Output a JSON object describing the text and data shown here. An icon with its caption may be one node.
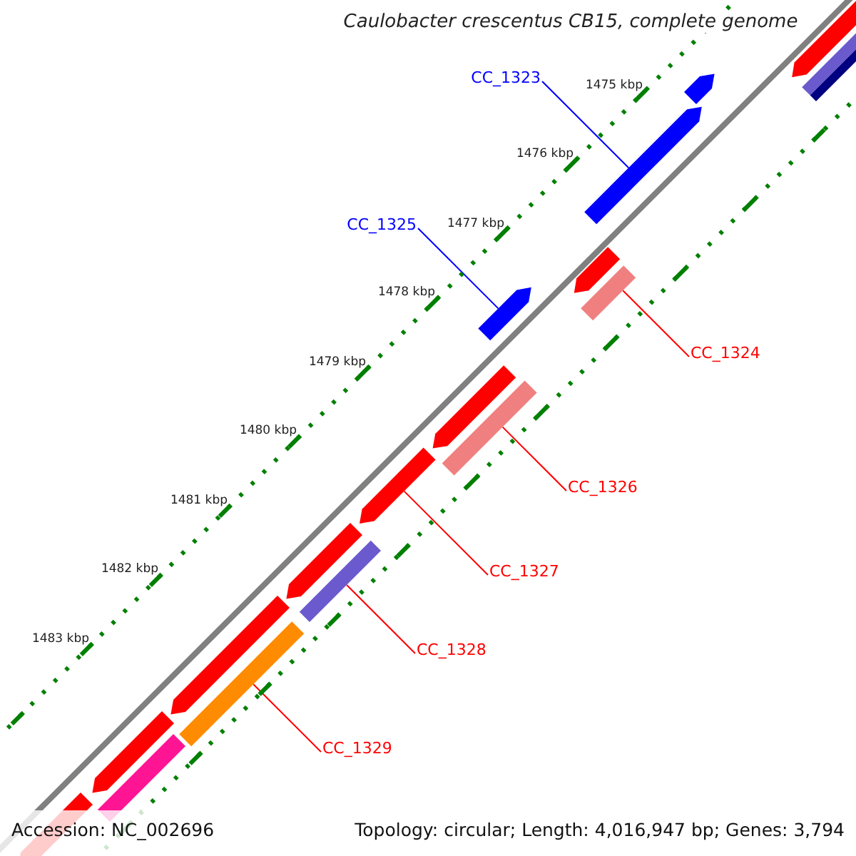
{
  "diagram": {
    "title": "Caulobacter crescentus CB15, complete genome",
    "nodes": [
      {
        "text": [
          "CC_1323"
        ]
      },
      {
        "text": [],
        "shape": "bar"
      },
      {
        "text": [
          "CC_1325"
        ]
      },
      {
        "text": [],
        "shape": "bar"
      },
      {
        "text": [
          "CC_1324"
        ]
      },
      {
        "text": [],
        "shape": "bar"
      },
      {
        "text": [
          "CC_1326"
        ]
      },
      {
        "text": [],
        "shape": "bar"
      },
      {
        "text": [
          "CC_1327"
        ]
      },
      {
        "text": [],
        "shape": "bar"
      },
      {
        "text": [
          "CC_1328"
        ]
      },
      {
        "text": [],
        "shape": "bar"
      },
      {
        "text": [
          "CC_1329"
        ]
      },
      {
        "text": [],
        "shape": "bar"
      },
      {
        "text": [],
        "shape": "bar"
      },
      {
        "text": [],
        "shape": "bar"
      },
      {
        "text": [],
        "shape": "bar"
      },
      {
        "text": [],
        "shape": "bar"
      },
      {
        "text": [],
        "shape": "bar"
      },
      {
        "text": [],
        "shape": "bar"
      },
      {
        "text": [],
        "shape": "bar"
      },
      {
        "text": [],
        "shape": "bar"
      },
      {
        "text": [],
        "shape": "bar"
      },
      {
        "text": [],
        "shape": "bar"
      },
      {
        "text": [],
        "shape": "bar"
      }
    ],
    "edges": [
      {
        "from": 0,
        "to": 1,
        "arrow": "none",
        "color": "#0000ff"
      },
      {
        "from": 2,
        "to": 3,
        "arrow": "none",
        "color": "#0000ff"
      },
      {
        "from": 4,
        "to": 5,
        "arrow": "none"
      },
      {
        "from": 6,
        "to": 7,
        "arrow": "none"
      },
      {
        "from": 8,
        "to": 9,
        "arrow": "none"
      },
      {
        "from": 10,
        "to": 11,
        "arrow": "none"
      },
      {
        "from": 12,
        "to": 13,
        "arrow": "none"
      }
    ],
    "labels": [
      "1475 kbp",
      "1476 kbp",
      "1477 kbp",
      "1478 kbp",
      "1479 kbp",
      "1480 kbp",
      "1481 kbp",
      "1482 kbp",
      "1483 kbp",
      "Accession: NC_002696",
      "Topology: circular; Length: 4,016,947 bp; Genes: 3,794"
    ]
  }
}
